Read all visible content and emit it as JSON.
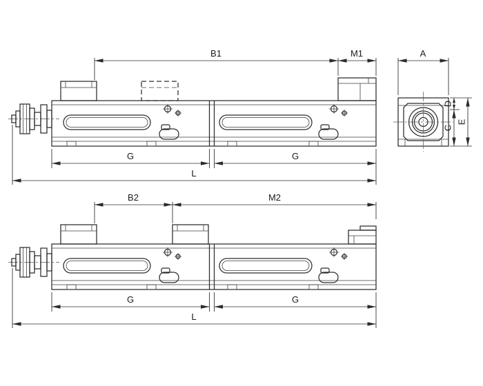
{
  "dimensions": {
    "top_view": {
      "b1": "B1",
      "m1": "M1",
      "g_left": "G",
      "g_right": "G",
      "l": "L"
    },
    "end_view": {
      "a": "A",
      "d": "D",
      "c": "C",
      "e": "E"
    },
    "bottom_view": {
      "b2": "B2",
      "m2": "M2",
      "g_left": "G",
      "g_right": "G",
      "l": "L"
    }
  }
}
